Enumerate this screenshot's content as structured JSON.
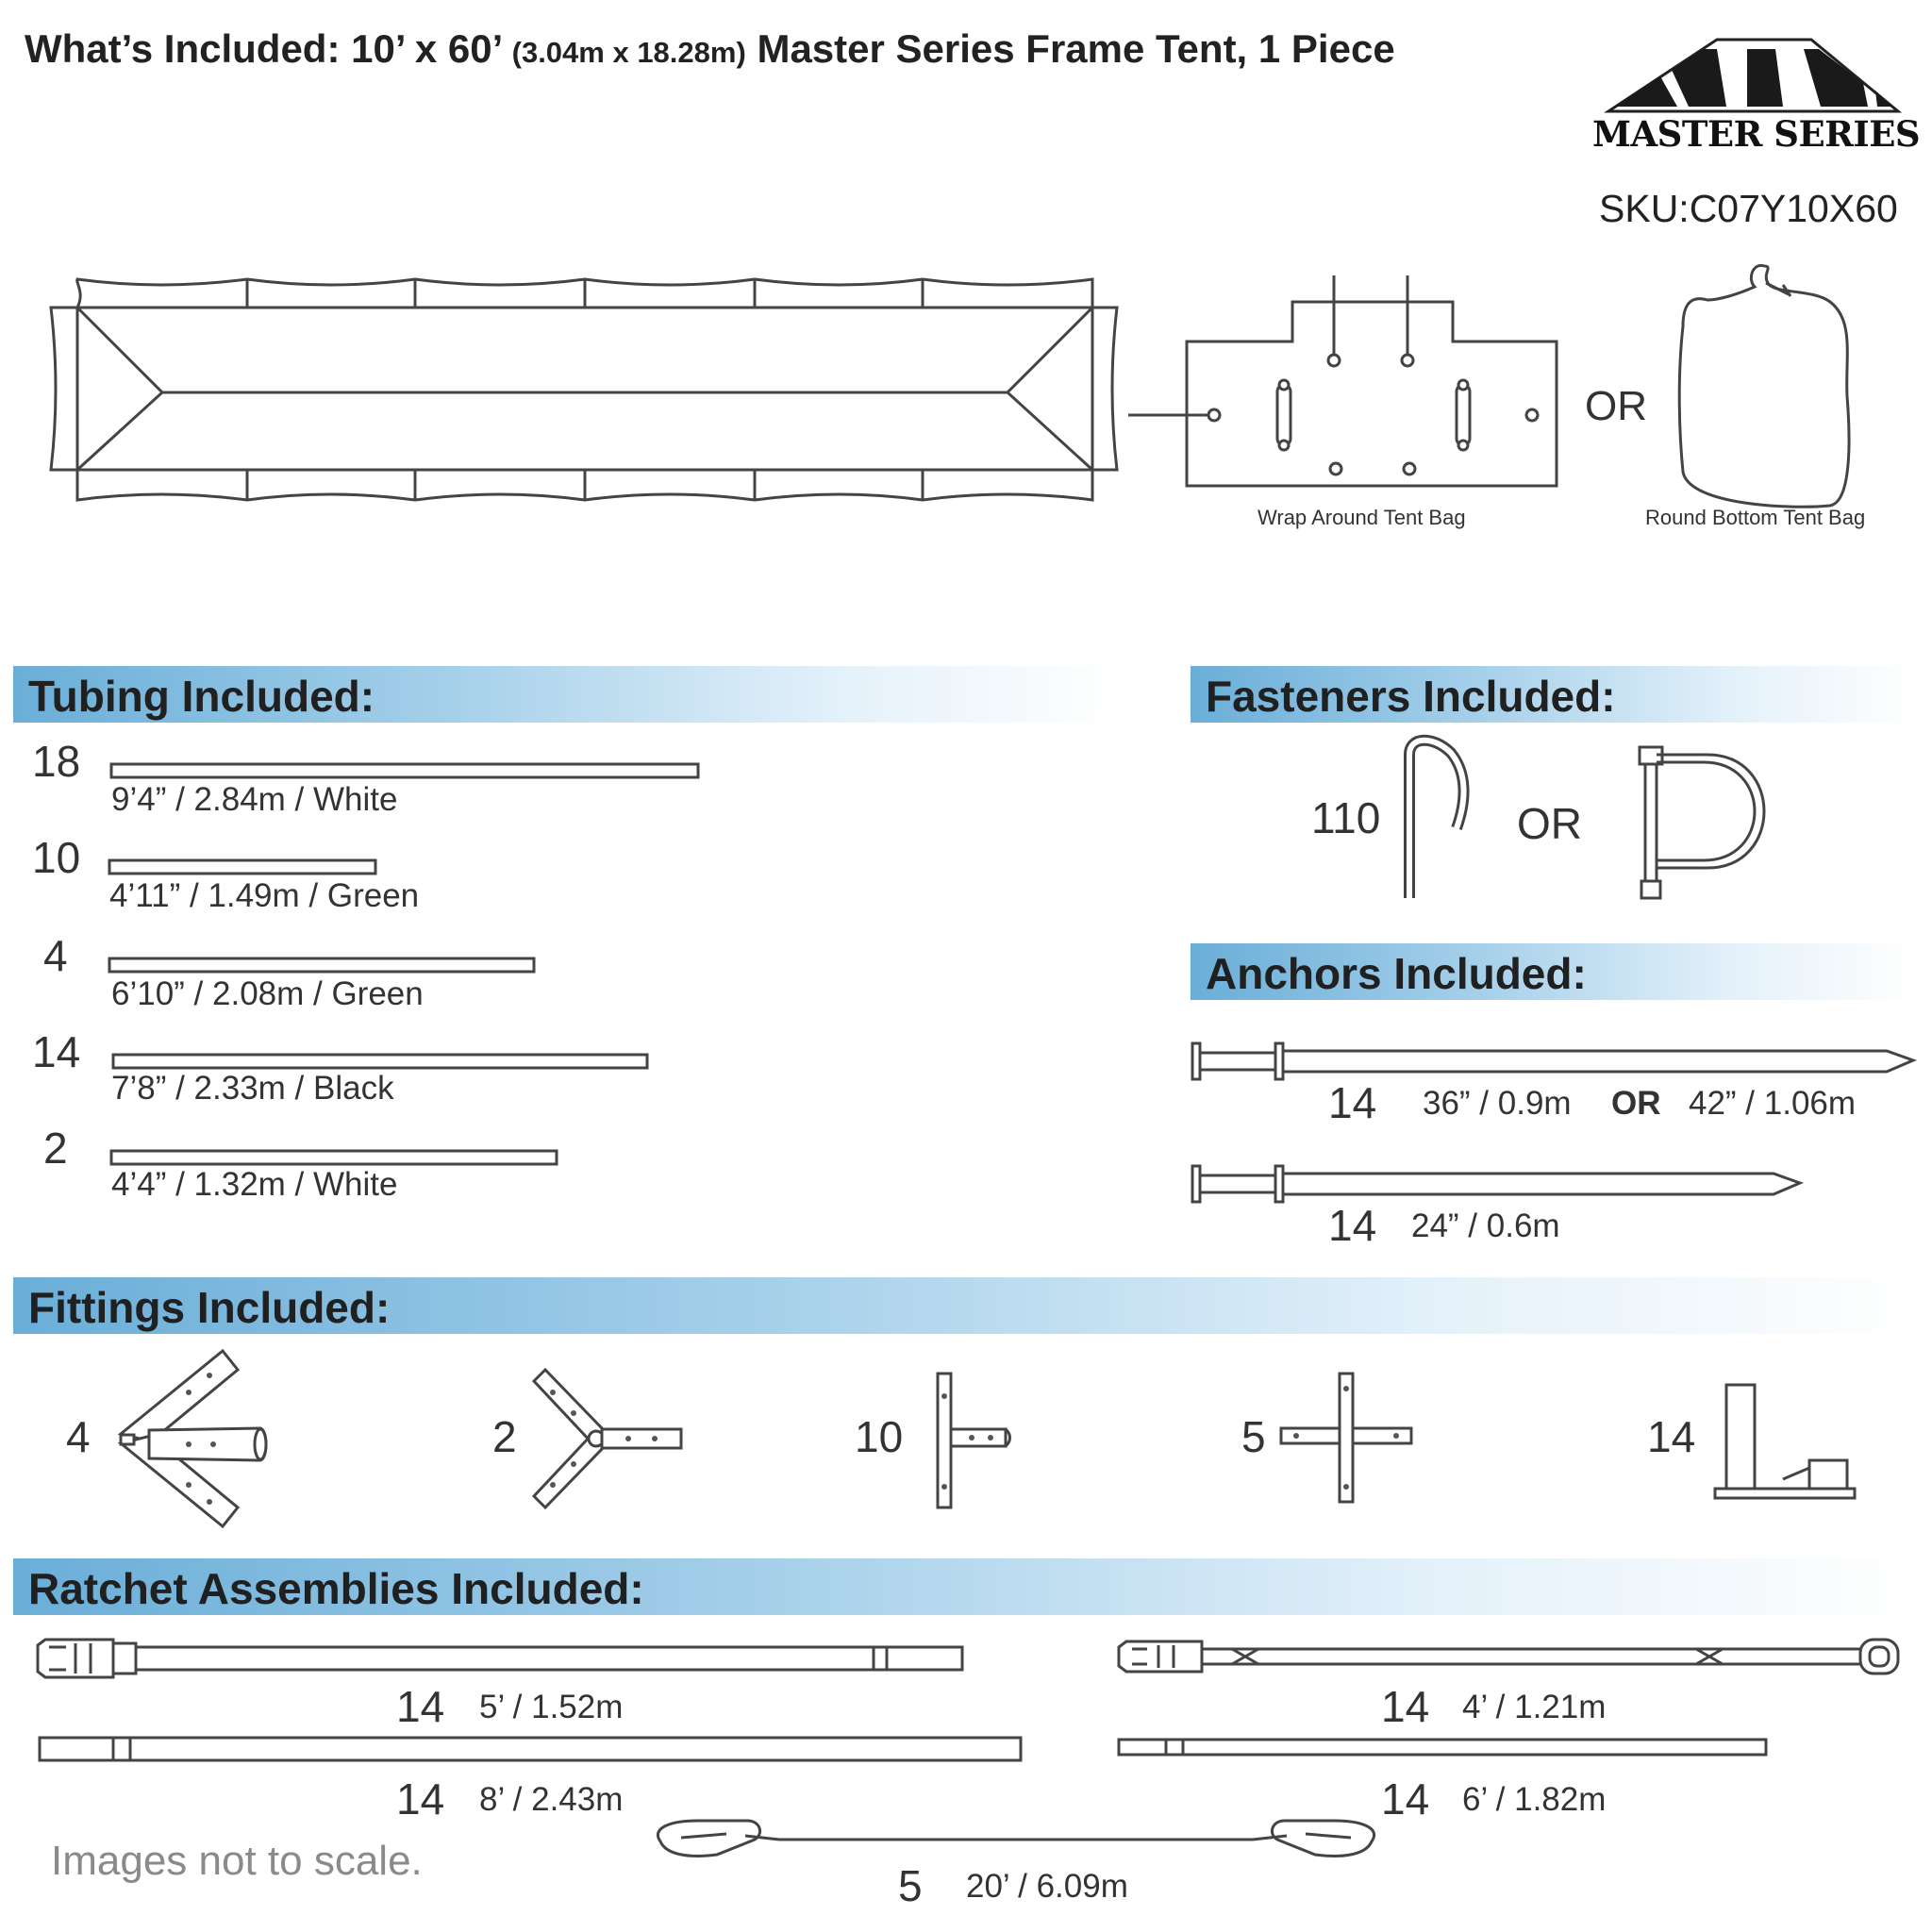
{
  "header": {
    "title_main": "What’s Included: 10’ x 60’",
    "title_metric": "(3.04m x 18.28m)",
    "title_rest": "Master Series Frame Tent, 1 Piece",
    "brand": "MASTER SERIES",
    "sku": "SKU:C07Y10X60"
  },
  "bags": {
    "wrap_label": "Wrap Around Tent Bag",
    "or": "OR",
    "round_label": "Round Bottom Tent Bag"
  },
  "tubing": {
    "heading": "Tubing Included:",
    "items": [
      {
        "qty": "18",
        "spec": "9’4” / 2.84m  /  White"
      },
      {
        "qty": "10",
        "spec": "4’11” / 1.49m  /  Green"
      },
      {
        "qty": "4",
        "spec": "6’10” / 2.08m  /  Green"
      },
      {
        "qty": "14",
        "spec": "7’8” / 2.33m  /  Black"
      },
      {
        "qty": "2",
        "spec": "4’4” / 1.32m  /  White"
      }
    ]
  },
  "fasteners": {
    "heading": "Fasteners Included:",
    "qty": "110",
    "or": "OR"
  },
  "anchors": {
    "heading": "Anchors Included:",
    "items": [
      {
        "qty": "14",
        "spec_a": "36” / 0.9m",
        "or": "OR",
        "spec_b": "42” / 1.06m"
      },
      {
        "qty": "14",
        "spec_a": "24” / 0.6m"
      }
    ]
  },
  "fittings": {
    "heading": "Fittings Included:",
    "items": [
      {
        "qty": "4",
        "icon": "three-way-hip-fitting-icon"
      },
      {
        "qty": "2",
        "icon": "y-fitting-icon"
      },
      {
        "qty": "10",
        "icon": "t-fitting-icon"
      },
      {
        "qty": "5",
        "icon": "cross-fitting-icon"
      },
      {
        "qty": "14",
        "icon": "foot-plate-icon"
      }
    ]
  },
  "ratchets": {
    "heading": "Ratchet Assemblies Included:",
    "items": [
      {
        "qty": "14",
        "spec": "5’ / 1.52m"
      },
      {
        "qty": "14",
        "spec": "8’ / 2.43m"
      },
      {
        "qty": "14",
        "spec": "4’ / 1.21m"
      },
      {
        "qty": "14",
        "spec": "6’ / 1.82m"
      },
      {
        "qty": "5",
        "spec": "20’ / 6.09m"
      }
    ]
  },
  "footer": {
    "note": "Images not to scale."
  }
}
